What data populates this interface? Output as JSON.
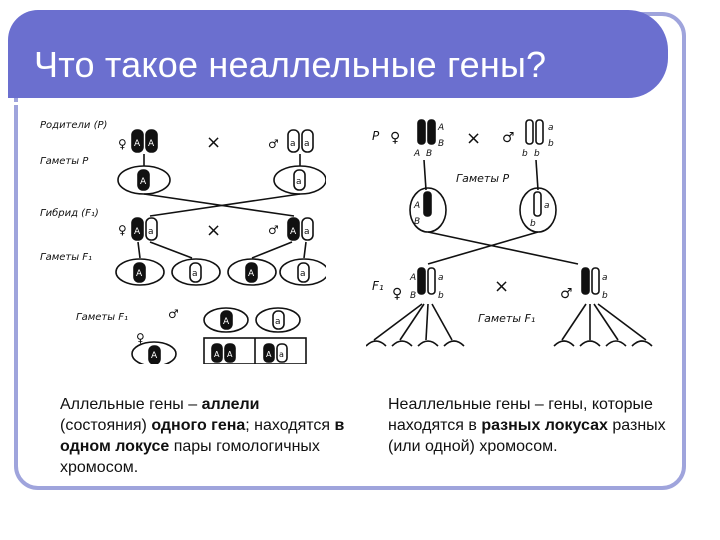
{
  "slide": {
    "title": "Что такое неаллельные гены?"
  },
  "left_diagram": {
    "row_labels": [
      "Родители (P)",
      "Гаметы P",
      "Гибрид (F₁)",
      "Гаметы F₁",
      "Гаметы F₁"
    ],
    "allele_dominant": "A",
    "allele_recessive": "a",
    "cross": "×"
  },
  "right_diagram": {
    "p_label": "P",
    "f1_label": "F₁",
    "gametes_p": "Гаметы P",
    "gametes_f1": "Гаметы F₁",
    "alleles_dom": [
      "A",
      "B"
    ],
    "alleles_rec": [
      "a",
      "b"
    ],
    "cross": "×"
  },
  "captions": {
    "left": {
      "p1": "Аллельные гены – ",
      "b1": "аллели",
      "p2": " (состояния) ",
      "b2": "одного гена",
      "p3": "; находятся ",
      "b3": "в одном локусе",
      "p4": " пары гомологичных хромосом."
    },
    "right": {
      "p1": "Неаллельные гены – гены, которые находятся в ",
      "b1": "разных локусах",
      "p2": " разных (или одной) хромосом."
    }
  },
  "colors": {
    "title_bg": "#6b6fcf",
    "frame_border": "#9fa4dc"
  }
}
